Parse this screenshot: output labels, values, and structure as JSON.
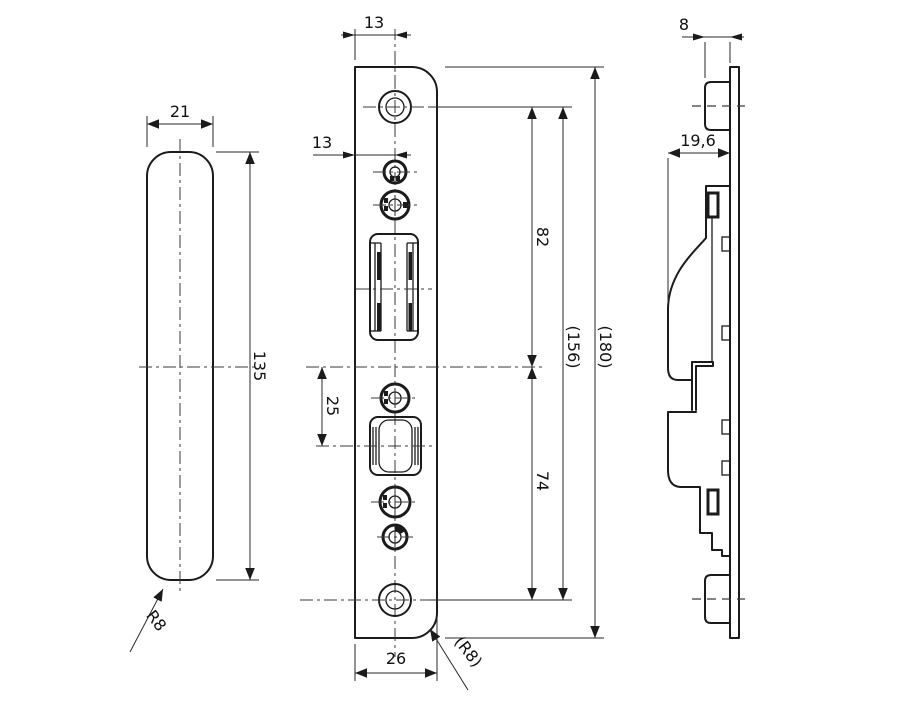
{
  "drawing": {
    "type": "technical-drawing",
    "colors": {
      "ink": "#1b1b1b",
      "paper": "#ffffff"
    },
    "dimensions": {
      "left_view": {
        "width": "21",
        "height": "135",
        "corner_radius": "R8"
      },
      "front_view": {
        "top_hole_offset": "13",
        "small_hole_offset": "13",
        "top_hole_to_center": "82",
        "hole_spacing_ref": "(156)",
        "overall_height_ref": "(180)",
        "center_to_bolt": "25",
        "center_to_bottom_hole": "74",
        "plate_width": "26",
        "corner_radius_ref": "(R8)"
      },
      "side_view": {
        "boss_depth": "8",
        "overall_depth": "19,6"
      }
    }
  }
}
